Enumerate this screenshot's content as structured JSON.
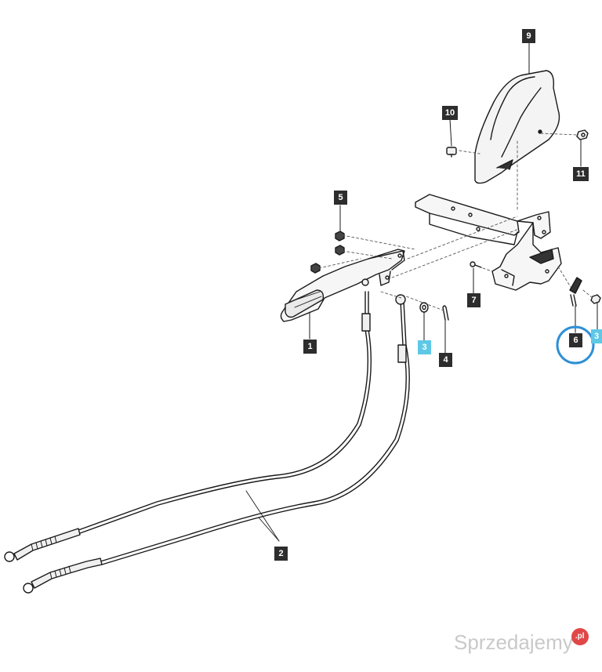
{
  "diagram": {
    "callouts": [
      {
        "id": "1",
        "label": "1",
        "style": "dark"
      },
      {
        "id": "2",
        "label": "2",
        "style": "dark"
      },
      {
        "id": "3",
        "label": "3",
        "style": "cyan"
      },
      {
        "id": "3b",
        "label": "3",
        "style": "cyan"
      },
      {
        "id": "4",
        "label": "4",
        "style": "dark"
      },
      {
        "id": "5",
        "label": "5",
        "style": "dark"
      },
      {
        "id": "6",
        "label": "6",
        "style": "dark"
      },
      {
        "id": "7",
        "label": "7",
        "style": "dark"
      },
      {
        "id": "9",
        "label": "9",
        "style": "dark"
      },
      {
        "id": "10",
        "label": "10",
        "style": "dark"
      },
      {
        "id": "11",
        "label": "11",
        "style": "dark"
      }
    ],
    "highlight_color": "#2f8fd6"
  },
  "watermark": {
    "text": "Sprzedajemy",
    "badge": ".pl"
  }
}
